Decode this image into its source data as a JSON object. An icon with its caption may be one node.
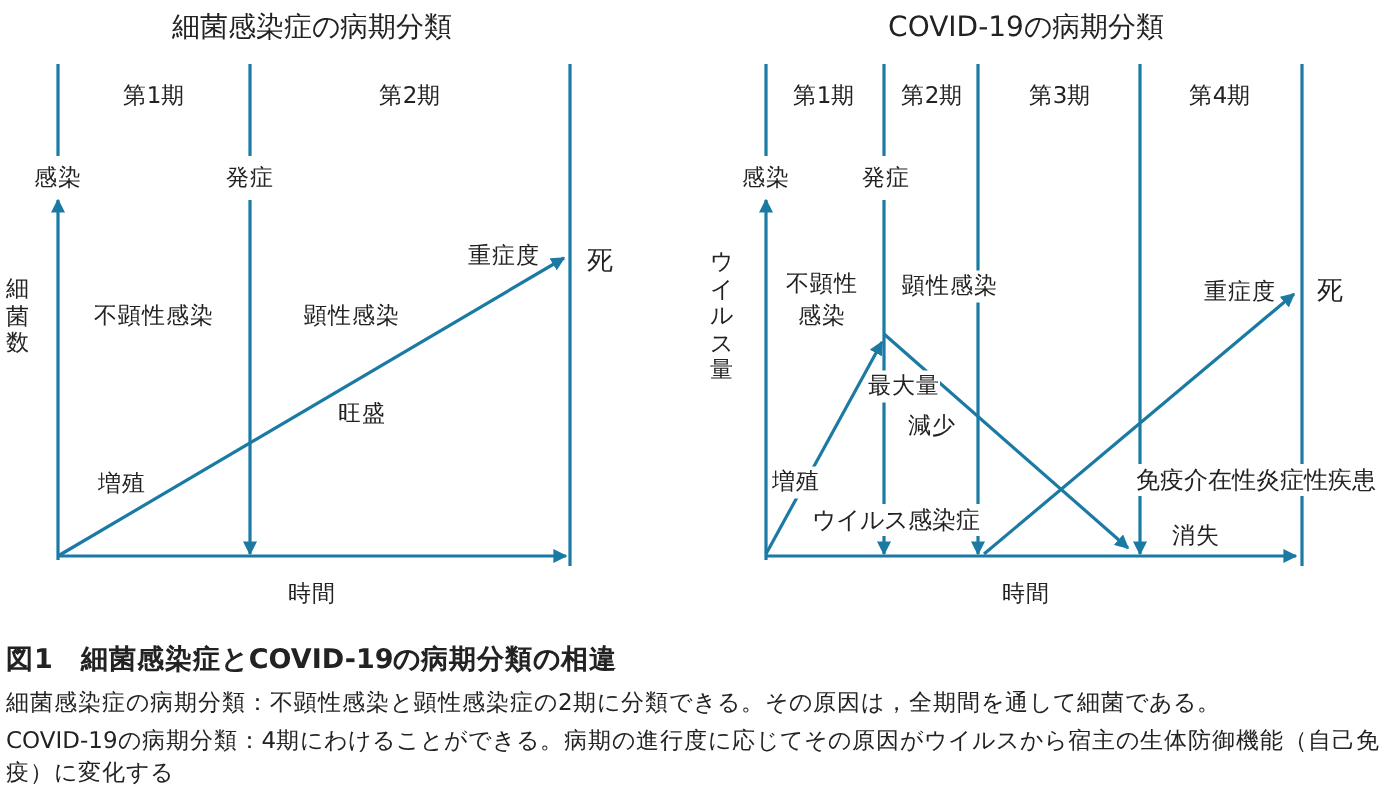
{
  "diagram": {
    "caption": "図1　細菌感染症とCOVID-19の病期分類の相違",
    "labels": [
      "細菌感染症の病期分類",
      "第1期",
      "第2期",
      "感染",
      "発症",
      "重症度",
      "死",
      "細菌数",
      "不顕性感染",
      "顕性感染",
      "旺盛",
      "増殖",
      "時間",
      "COVID-19の病期分類",
      "第1期",
      "第2期",
      "第3期",
      "第4期",
      "感染",
      "発症",
      "ウイルス量",
      "不顕性感染",
      "顕性感染",
      "重症度",
      "死",
      "最大量",
      "減少",
      "増殖",
      "免疫介在性炎症性疾患",
      "ウイルス感染症",
      "消失",
      "時間",
      "細菌感染症の病期分類：不顕性感染と顕性感染症の2期に分類できる。その原因は，全期間を通して細菌である。",
      "COVID-19の病期分類：4期にわけることができる。病期の進行度に応じてその原因がウイルスから宿主の生体防御機能（自己免疫）に変化する"
    ]
  }
}
